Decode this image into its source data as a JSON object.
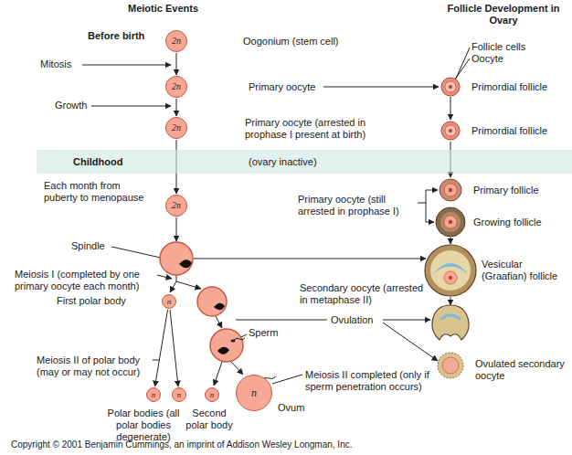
{
  "diagram": {
    "caption": "Copyright © 2001 Benjamin Cummings, an imprint of Addison Wesley Longman, Inc.",
    "nodes": [
      {
        "text": [
          "2n"
        ]
      },
      {
        "text": [
          "2n"
        ]
      },
      {
        "text": [
          "2n"
        ]
      },
      {
        "text": [
          "Childhood",
          "(ovary inactive)"
        ]
      },
      {
        "text": [
          "2n"
        ]
      },
      {
        "text": [
          "n"
        ]
      },
      {
        "text": [
          "n"
        ]
      },
      {
        "text": [
          "n"
        ]
      },
      {
        "text": [
          "n"
        ]
      },
      {
        "text": [
          "n"
        ]
      }
    ],
    "edges": [
      {
        "from": 0,
        "to": 1,
        "arrow": "to"
      },
      {
        "from": 1,
        "to": 2,
        "arrow": "to"
      },
      {
        "from": 2,
        "to": 4,
        "arrow": "to"
      },
      {
        "from": 5,
        "to": 6,
        "arrow": "to"
      },
      {
        "from": 5,
        "to": 7,
        "arrow": "to"
      }
    ],
    "labels": [
      "Meiotic Events",
      "Follicle Development in Ovary",
      "Before birth",
      "Mitosis",
      "Oogonium (stem cell)",
      "Follicle cells",
      "Oocyte",
      "Growth",
      "Primary oocyte",
      "Primordial follicle",
      "Primary oocyte (arrested in prophase I present at birth)",
      "Primordial follicle",
      "Each month from puberty to menopause",
      "Primary oocyte (still arrested in prophase I)",
      "Primary follicle",
      "Growing follicle",
      "Spindle",
      "Vesicular (Graafian) follicle",
      "Meiosis I (completed by one primary oocyte each month)",
      "Secondary oocyte (arrested in metaphase II)",
      "First polar body",
      "Sperm",
      "Ovulation",
      "Ovulated secondary oocyte",
      "Meiosis II of polar body (may or may not occur)",
      "Meiosis II completed (only if sperm penetration occurs)",
      "Polar bodies (all polar bodies degenerate)",
      "Second polar body",
      "Ovum"
    ]
  }
}
